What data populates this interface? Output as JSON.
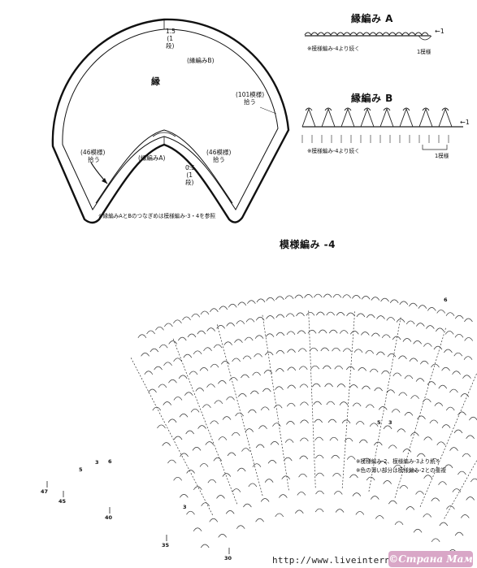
{
  "main_diagram": {
    "center_label": "縁",
    "border_b_label": "(縁編みB)",
    "border_a_label": "(縁編みA)",
    "top_measure_value": "1.5",
    "top_measure_unit": "(1\n段)",
    "right_pattern": "(101模様)",
    "right_pick": "拾う",
    "left_pattern": "(46模様)",
    "left_pick": "拾う",
    "mid_pattern": "(46模様)",
    "mid_pick": "拾う",
    "bottom_measure_value": "0.5",
    "bottom_measure_unit": "(1\n段)",
    "note": "※縁編みAとBのつなぎめは模様編み-3・4を参照"
  },
  "border_a": {
    "title": "縁編み A",
    "note": "※模様編み-4より続く",
    "repeat_label": "1模様",
    "row_label": "←1"
  },
  "border_b": {
    "title": "縁編み B",
    "note": "※模様編み-4より続く",
    "repeat_label": "1模様",
    "row_label": "←1"
  },
  "pattern4": {
    "title": "模様編み -4",
    "notes": [
      "※模様編み-2、模様編み-3より続く",
      "※色の薄い部分は模様編み-2との重複"
    ],
    "row_numbers": [
      "6",
      "5",
      "3",
      "6",
      "5",
      "3",
      "3",
      "47",
      "45",
      "40",
      "35",
      "30"
    ]
  },
  "footer": {
    "url": "http://www.liveinternet.",
    "logo_text": "©Страна Мам"
  }
}
